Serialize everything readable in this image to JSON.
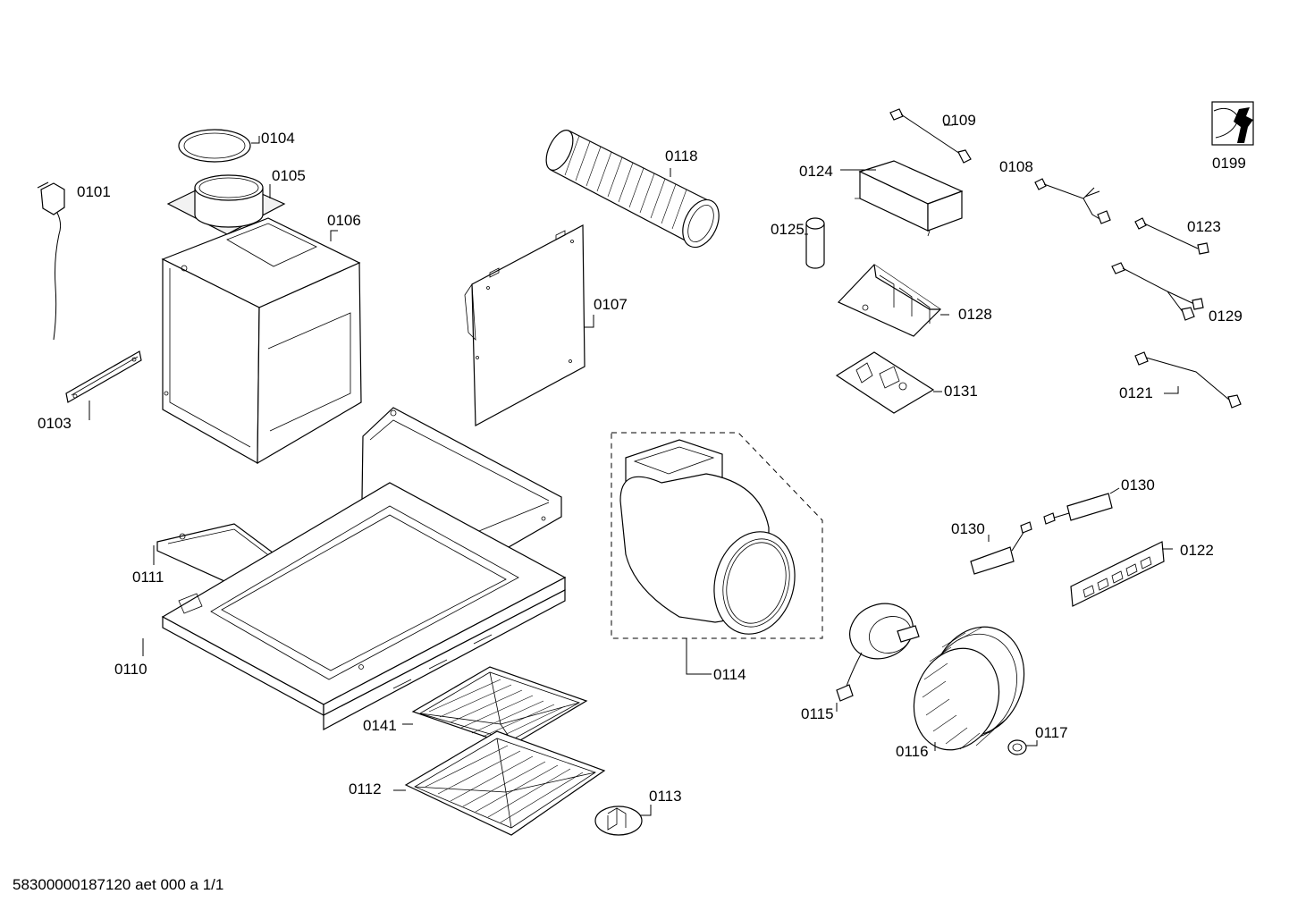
{
  "footer": "58300000187120 aet 000 a 1/1",
  "labels": {
    "p0101": "0101",
    "p0103": "0103",
    "p0104": "0104",
    "p0105": "0105",
    "p0106": "0106",
    "p0107": "0107",
    "p0108": "0108",
    "p0109": "0109",
    "p0110": "0110",
    "p0111": "0111",
    "p0112": "0112",
    "p0113": "0113",
    "p0114": "0114",
    "p0115": "0115",
    "p0116": "0116",
    "p0117": "0117",
    "p0118": "0118",
    "p0121": "0121",
    "p0122": "0122",
    "p0123": "0123",
    "p0124": "0124",
    "p0125": "0125",
    "p0128": "0128",
    "p0129": "0129",
    "p0130a": "0130",
    "p0130b": "0130",
    "p0131": "0131",
    "p0141": "0141",
    "p0199": "0199"
  },
  "icons": {
    "service_tools": "wrench-service-icon"
  }
}
